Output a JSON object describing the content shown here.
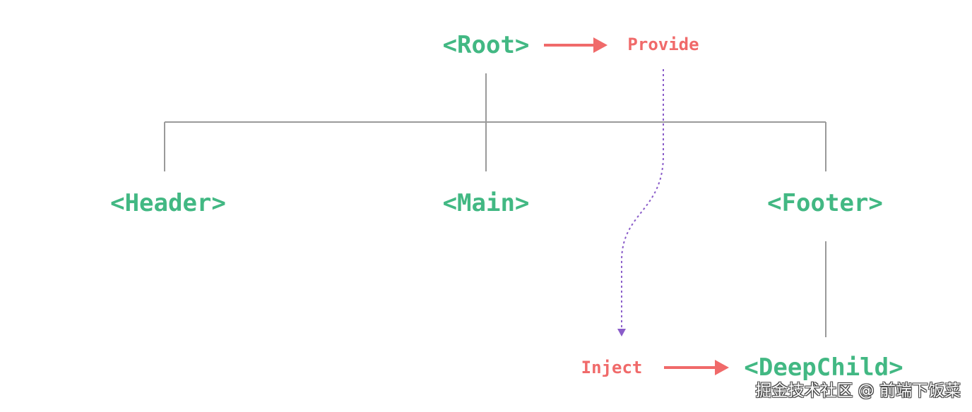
{
  "nodes": {
    "root": "<Root>",
    "header": "<Header>",
    "main": "<Main>",
    "footer": "<Footer>",
    "deep_child": "<DeepChild>"
  },
  "labels": {
    "provide": "Provide",
    "inject": "Inject"
  },
  "watermark": "掘金技术社区 @ 前端下饭菜",
  "colors": {
    "node_text": "#42b883",
    "label_text": "#f06a6a",
    "arrow": "#f06a6a",
    "tree_line": "#9a9a9a",
    "inject_path": "#8a5cc9"
  }
}
